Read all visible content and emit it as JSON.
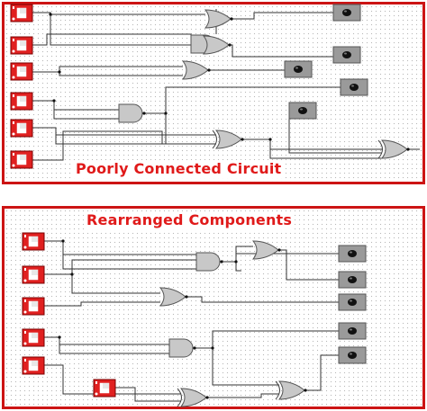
{
  "panels": [
    {
      "id": "top",
      "title": "Poorly Connected Circuit"
    },
    {
      "id": "bottom",
      "title": "Rearranged Components"
    }
  ],
  "colors": {
    "frame": "#cc1414",
    "title": "#e01a1a",
    "switch_body": "#e02020",
    "gate_fill": "#c8c8c8",
    "lamp_box": "#9a9a9a",
    "lamp_bulb": "#111111",
    "wire": "#333333"
  },
  "icons": {
    "switch": "toggle-switch-icon",
    "lamp": "output-lamp-icon",
    "and": "and-gate-icon",
    "or": "or-gate-icon",
    "xor": "xor-gate-icon"
  }
}
